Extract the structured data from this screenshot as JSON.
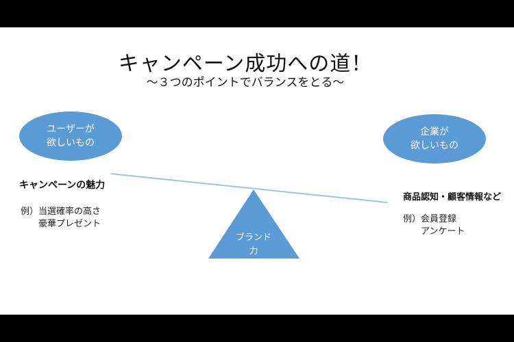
{
  "slide": {
    "title": "キャンペーン成功への道！",
    "subtitle": "～３つのポイントでバランスをとる～",
    "left": {
      "ellipse_line1": "ユーザーが",
      "ellipse_line2": "欲しいもの",
      "heading": "キャンペーンの魅力",
      "example_line1": "例）当選確率の高さ",
      "example_line2": "豪華プレゼント"
    },
    "right": {
      "ellipse_line1": "企業が",
      "ellipse_line2": "欲しいもの",
      "heading": "商品認知・顧客情報など",
      "example_line1": "例）会員登録",
      "example_line2": "アンケート"
    },
    "fulcrum": {
      "line1": "ブランド",
      "line2": "力"
    }
  },
  "colors": {
    "accent": "#5b9bd5",
    "beam": "#9dc3e6",
    "frame": "#000000"
  }
}
